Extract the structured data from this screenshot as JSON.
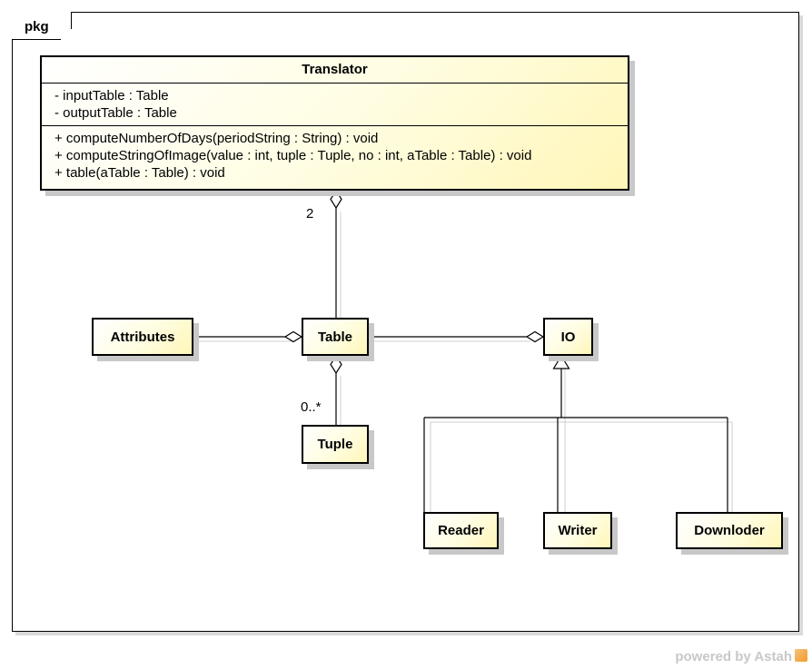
{
  "package": {
    "label": "pkg"
  },
  "classes": {
    "translator": {
      "name": "Translator",
      "attributes": [
        "- inputTable : Table",
        "- outputTable : Table"
      ],
      "operations": [
        "+ computeNumberOfDays(periodString : String) : void",
        "+ computeStringOfImage(value : int, tuple : Tuple, no : int, aTable : Table) : void",
        "+ table(aTable : Table) : void"
      ]
    },
    "attributes": {
      "name": "Attributes"
    },
    "table": {
      "name": "Table"
    },
    "io": {
      "name": "IO"
    },
    "tuple": {
      "name": "Tuple"
    },
    "reader": {
      "name": "Reader"
    },
    "writer": {
      "name": "Writer"
    },
    "downloder": {
      "name": "Downloder"
    }
  },
  "multiplicities": {
    "translator_table": "2",
    "table_tuple": "0..*"
  },
  "relations": [
    {
      "type": "aggregation",
      "whole": "Translator",
      "part": "Table",
      "multiplicity": "2"
    },
    {
      "type": "aggregation",
      "whole": "Table",
      "part": "Attributes"
    },
    {
      "type": "aggregation",
      "whole": "Table",
      "part": "Tuple",
      "multiplicity": "0..*"
    },
    {
      "type": "aggregation",
      "whole": "IO",
      "part": "Table"
    },
    {
      "type": "generalization",
      "parent": "IO",
      "child": "Reader"
    },
    {
      "type": "generalization",
      "parent": "IO",
      "child": "Writer"
    },
    {
      "type": "generalization",
      "parent": "IO",
      "child": "Downloder"
    }
  ],
  "footer": {
    "powered_by": "powered by Astah"
  }
}
